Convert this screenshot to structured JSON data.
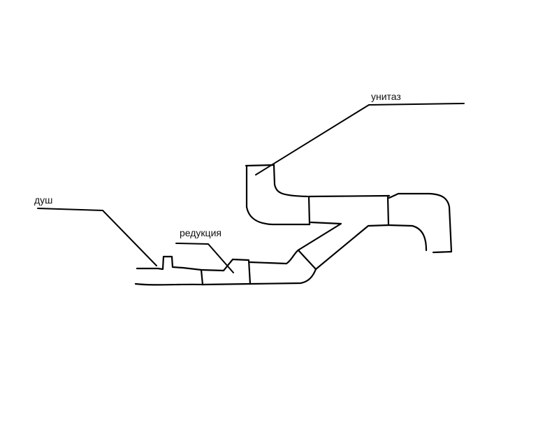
{
  "labels": {
    "toilet": "унитаз",
    "shower": "душ",
    "reducer": "редукция"
  },
  "colors": {
    "background": "#ffffff",
    "ink": "#000000"
  }
}
